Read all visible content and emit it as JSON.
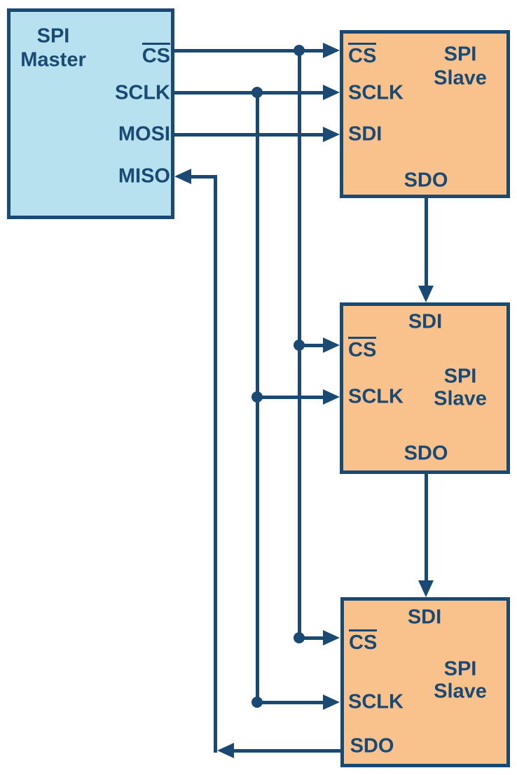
{
  "colors": {
    "line": "#1A4A73",
    "master_fill": "#B8E1EF",
    "slave_fill": "#F9C28C",
    "bg": "#FFFFFF"
  },
  "master": {
    "title_line1": "SPI",
    "title_line2": "Master",
    "pins": {
      "cs": "CS",
      "sclk": "SCLK",
      "mosi": "MOSI",
      "miso": "MISO"
    }
  },
  "slave1": {
    "title_line1": "SPI",
    "title_line2": "Slave",
    "pins": {
      "cs": "CS",
      "sclk": "SCLK",
      "sdi": "SDI",
      "sdo": "SDO"
    }
  },
  "slave2": {
    "title_line1": "SPI",
    "title_line2": "Slave",
    "pins": {
      "sdi": "SDI",
      "cs": "CS",
      "sclk": "SCLK",
      "sdo": "SDO"
    }
  },
  "slave3": {
    "title_line1": "SPI",
    "title_line2": "Slave",
    "pins": {
      "sdi": "SDI",
      "cs": "CS",
      "sclk": "SCLK",
      "sdo": "SDO"
    }
  }
}
